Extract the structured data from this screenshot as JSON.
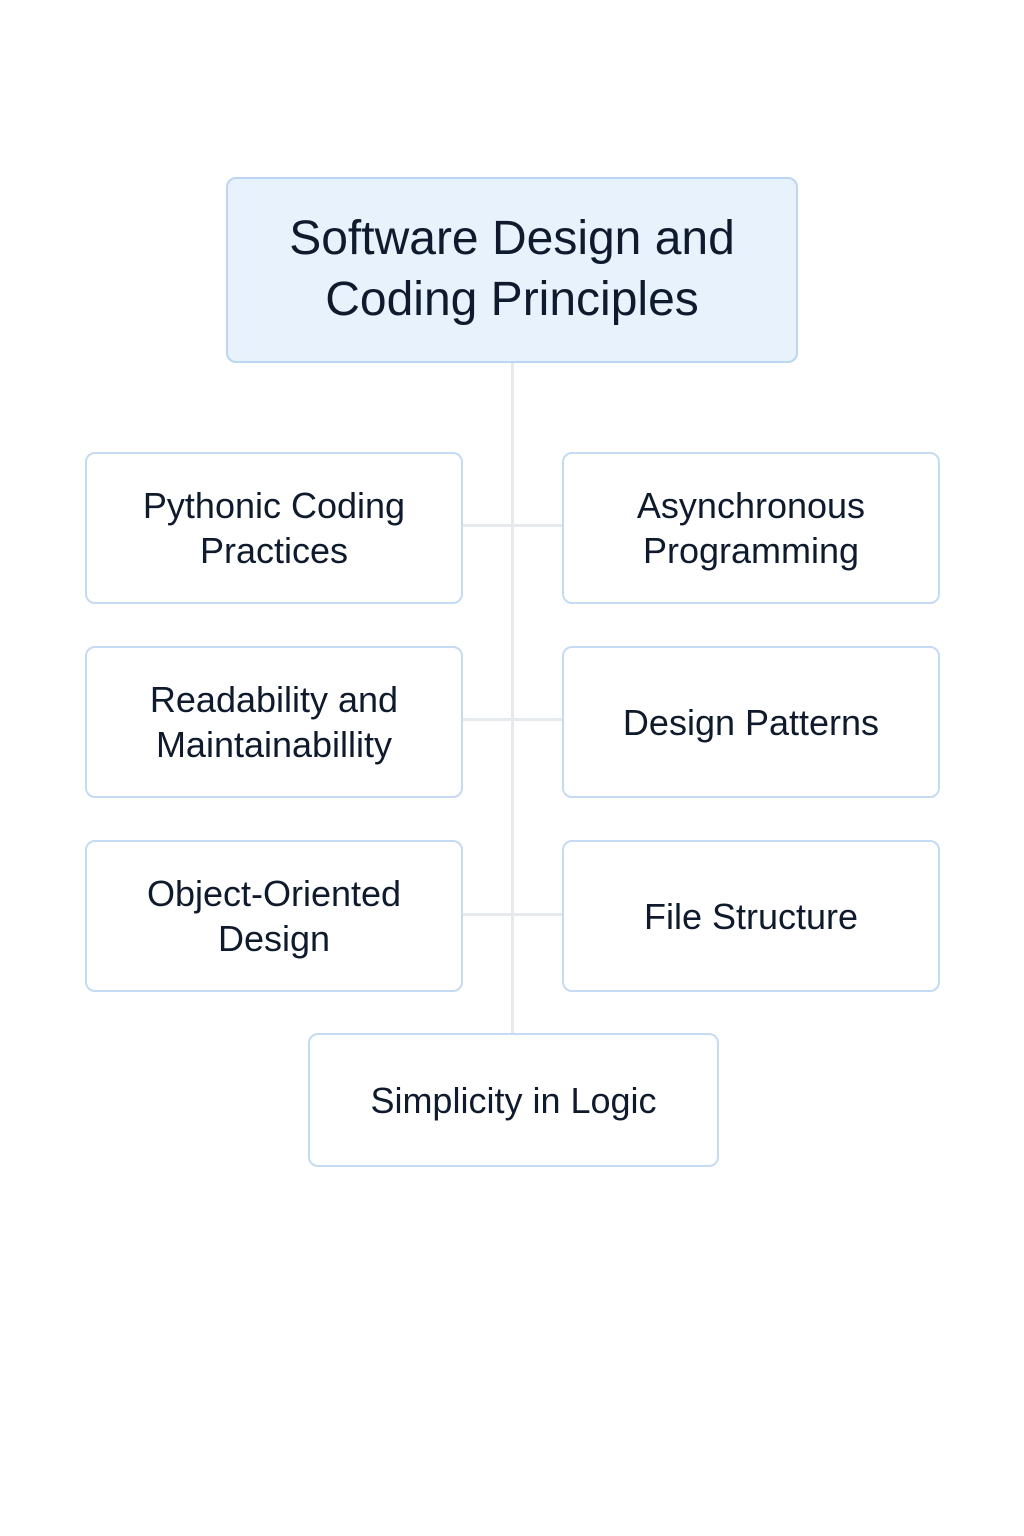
{
  "diagram": {
    "root": {
      "title": "Software Design and\nCoding Principles"
    },
    "nodes": [
      {
        "label": "Pythonic Coding\nPractices"
      },
      {
        "label": "Asynchronous\nProgramming"
      },
      {
        "label": "Readability and\nMaintainabillity"
      },
      {
        "label": "Design Patterns"
      },
      {
        "label": "Object-Oriented\nDesign"
      },
      {
        "label": "File Structure"
      },
      {
        "label": "Simplicity in Logic"
      }
    ]
  },
  "colors": {
    "root_fill": "#e8f2fd",
    "node_border": "#c5daf3",
    "connector": "#e6eaef",
    "text": "#0f1b2d"
  }
}
